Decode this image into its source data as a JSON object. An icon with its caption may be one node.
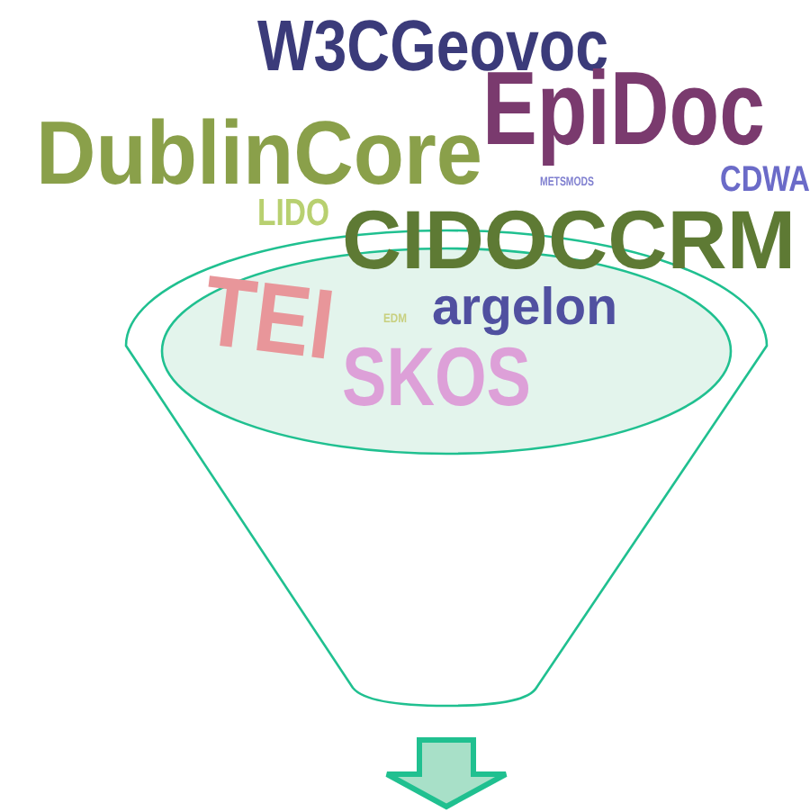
{
  "diagram": {
    "nodes": [
      {
        "text": [],
        "shape": "funnel"
      }
    ],
    "labels": [
      "W3CGeovoc",
      "DublinCore",
      "EpiDoc",
      "CDWA",
      "METSMODS",
      "LIDO",
      "CIDOCCRM",
      "TEI",
      "argelon",
      "EDM",
      "SKOS"
    ]
  }
}
